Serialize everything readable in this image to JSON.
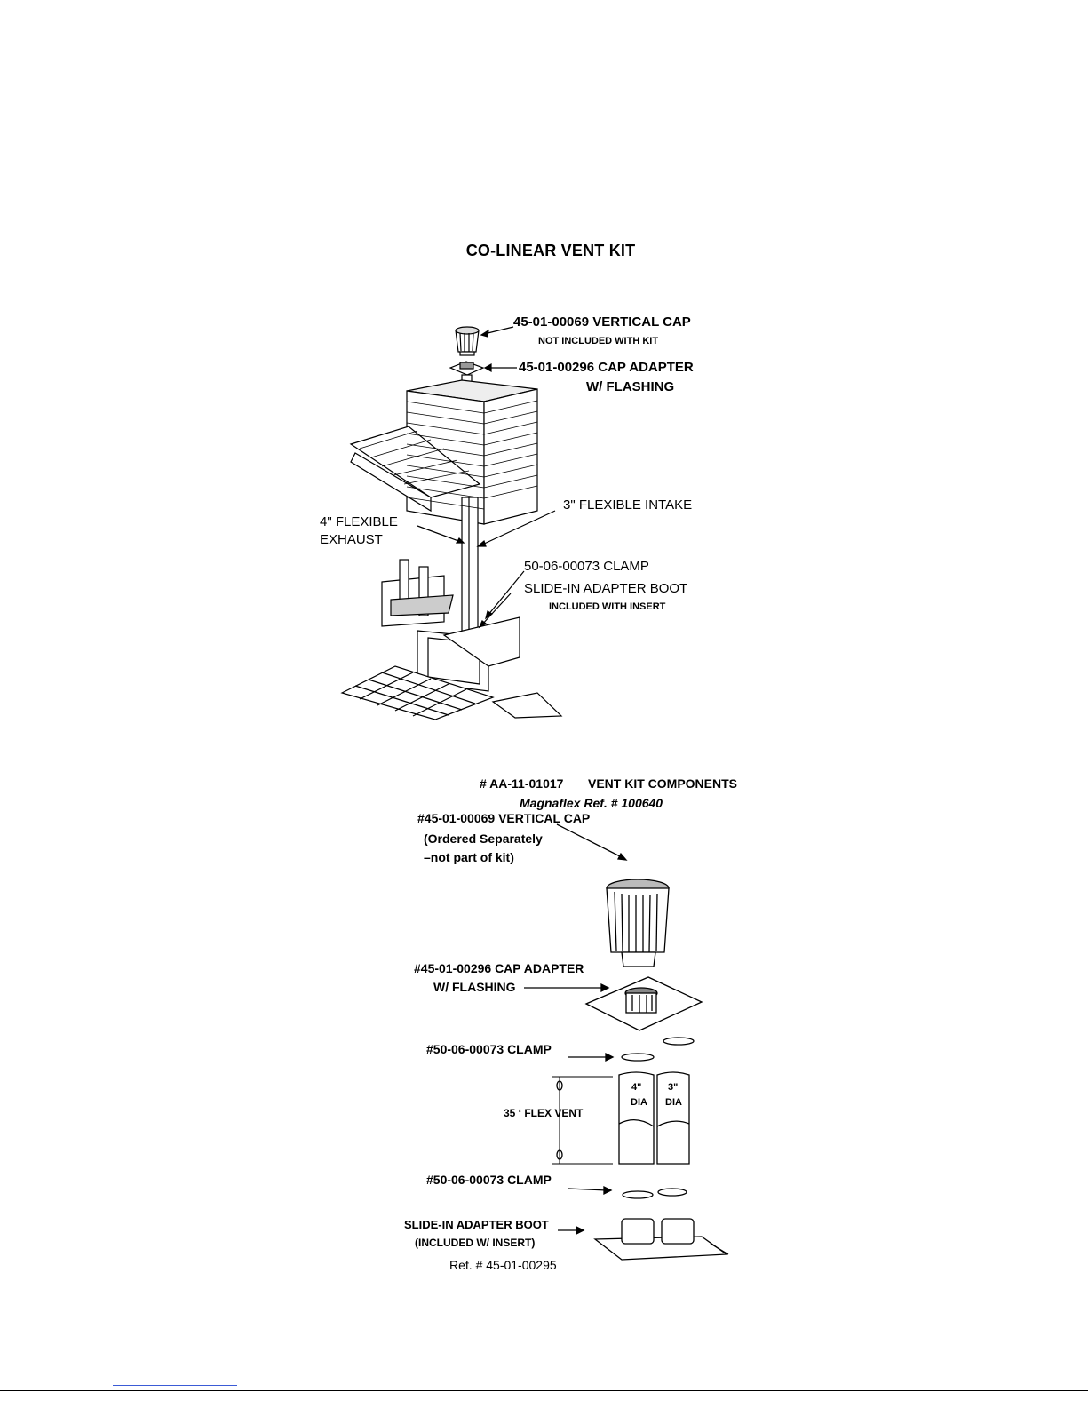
{
  "title": "CO-LINEAR VENT KIT",
  "top_diagram": {
    "vertical_cap": "45-01-00069 VERTICAL CAP",
    "vertical_cap_note": "NOT INCLUDED WITH KIT",
    "cap_adapter": "45-01-00296 CAP ADAPTER",
    "cap_adapter_line2": "W/ FLASHING",
    "intake": "3\" FLEXIBLE INTAKE",
    "exhaust_line1": "4\" FLEXIBLE",
    "exhaust_line2": "EXHAUST",
    "clamp": "50-06-00073  CLAMP",
    "boot": "SLIDE-IN ADAPTER BOOT",
    "boot_note": "INCLUDED WITH INSERT"
  },
  "bottom_diagram": {
    "kit_number": "# AA-11-01017",
    "kit_title": "VENT KIT COMPONENTS",
    "magnaflex_ref": "Magnaflex Ref. # 100640",
    "vertical_cap": "#45-01-00069  VERTICAL CAP",
    "ordered_line1": "(Ordered Separately",
    "ordered_line2": "–not part of kit)",
    "cap_adapter": "#45-01-00296 CAP ADAPTER",
    "cap_adapter_line2": "W/ FLASHING",
    "clamp_top": "#50-06-00073  CLAMP",
    "flex_vent": "35 ‘ FLEX VENT",
    "dia_4": "4\"",
    "dia_4_unit": "DIA",
    "dia_3": "3\"",
    "dia_3_unit": "DIA",
    "clamp_bottom": "#50-06-00073  CLAMP",
    "boot_line1": "SLIDE-IN ADAPTER BOOT",
    "boot_line2": "(INCLUDED  W/ INSERT)",
    "boot_ref": "Ref. # 45-01-00295"
  }
}
